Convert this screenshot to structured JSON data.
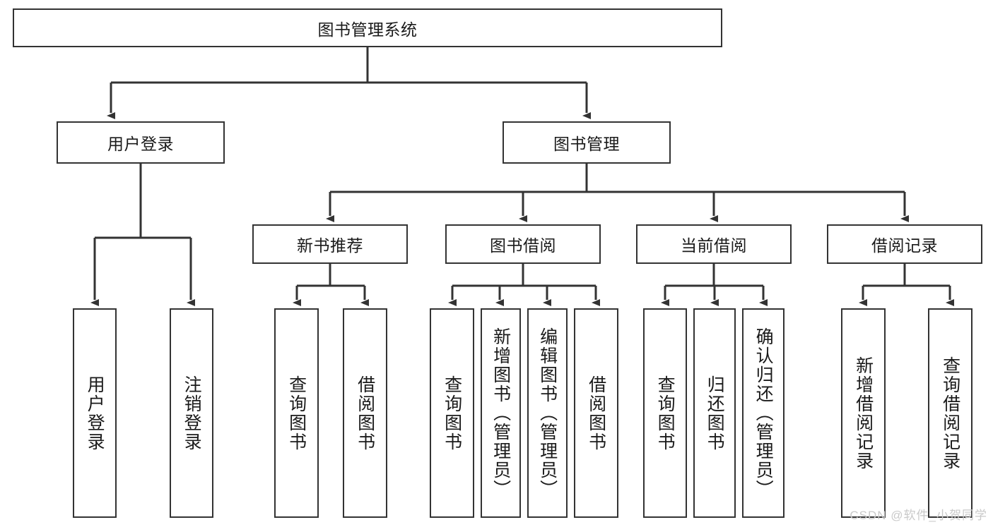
{
  "diagram": {
    "title": "图书管理系统",
    "type": "tree-hierarchy",
    "background_color": "#ffffff",
    "line_color": "#333333",
    "box_border_color": "#333333",
    "text_color": "#1a1a1a",
    "levels": {
      "root": {
        "label": "图书管理系统"
      },
      "level2": [
        {
          "label": "用户登录"
        },
        {
          "label": "图书管理"
        }
      ],
      "level3": [
        {
          "label": "新书推荐"
        },
        {
          "label": "图书借阅"
        },
        {
          "label": "当前借阅"
        },
        {
          "label": "借阅记录"
        }
      ],
      "leaves": [
        {
          "label": "用户登录",
          "parent": "用户登录"
        },
        {
          "label": "注销登录",
          "parent": "用户登录"
        },
        {
          "label": "查询图书",
          "parent": "新书推荐"
        },
        {
          "label": "借阅图书",
          "parent": "新书推荐"
        },
        {
          "label": "查询图书",
          "parent": "图书借阅"
        },
        {
          "label": "新增图书（管理员）",
          "parent": "图书借阅"
        },
        {
          "label": "编辑图书（管理员）",
          "parent": "图书借阅"
        },
        {
          "label": "借阅图书",
          "parent": "图书借阅"
        },
        {
          "label": "查询图书",
          "parent": "当前借阅"
        },
        {
          "label": "归还图书",
          "parent": "当前借阅"
        },
        {
          "label": "确认归还（管理员）",
          "parent": "当前借阅"
        },
        {
          "label": "新增借阅记录",
          "parent": "借阅记录"
        },
        {
          "label": "查询借阅记录",
          "parent": "借阅记录"
        }
      ]
    }
  },
  "watermark": {
    "text": "CSDN @软件_小贺同学"
  }
}
